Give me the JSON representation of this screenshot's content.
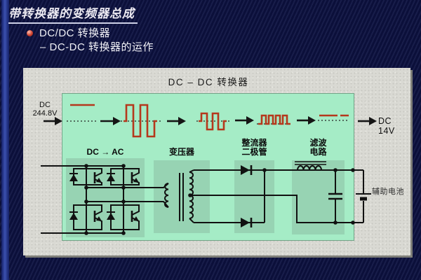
{
  "slide": {
    "title": "带转换器的变频器总成",
    "bullets": [
      {
        "text": "DC/DC 转换器"
      },
      {
        "text": "– DC-DC 转换器的运作"
      }
    ]
  },
  "diagram": {
    "title": "DC – DC 转换器",
    "input_label": {
      "line1": "DC",
      "line2": "244.8V"
    },
    "output_label": "DC 14V",
    "battery_label": "辅助电池",
    "blocks": [
      {
        "l1": "",
        "l2": "DC → AC"
      },
      {
        "l1": "",
        "l2": "变压器"
      },
      {
        "l1": "整流器",
        "l2": "二极管"
      },
      {
        "l1": "滤波",
        "l2": "电路"
      }
    ],
    "stages": [
      "dc-input-waveform",
      "large-square-wave",
      "stepped-square-wave",
      "rectified-pulses",
      "dc-output-waveform"
    ],
    "colors": {
      "waveform_red": "#b5381c",
      "panel_green": "#a5ecc6",
      "canvas_gray": "#d9d9d3",
      "slide_navy": "#0c1140"
    }
  }
}
